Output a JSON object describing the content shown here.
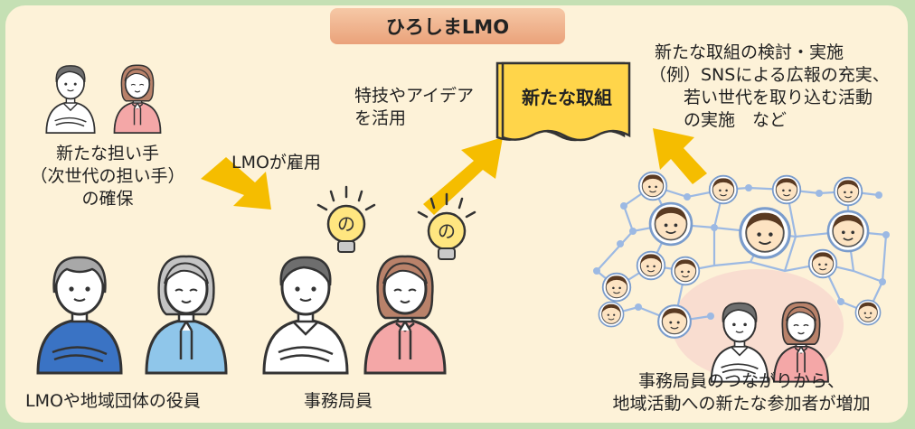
{
  "title": "ひろしまLMO",
  "new_initiative_label": "新たな取組",
  "skills_text": [
    "特技やアイデア",
    "を活用"
  ],
  "new_activity_text": [
    "新たな取組の検討・実施",
    "（例）SNSによる広報の充実、",
    "若い世代を取り込む活動",
    "の実施　など"
  ],
  "new_bearers_text": [
    "新たな担い手",
    "（次世代の担い手）",
    "の確保"
  ],
  "employ_text": "LMOが雇用",
  "officers_label": "LMOや地域団体の役員",
  "staff_label": "事務局員",
  "network_text": [
    "事務局員のつながりから、",
    "地域活動への新たな参加者が増加"
  ],
  "colors": {
    "background": "#c5e0b4",
    "panel": "#fdf2d8",
    "arrow": "#f5bd00",
    "title_box": "#f0b48e",
    "document": "#ffd54a",
    "network_line": "#9cb9e3",
    "skin": "#ffffff",
    "male_shirt": "#ffffff",
    "female_shirt": "#f4a7a7",
    "officer_male_shirt": "#3a73c4",
    "officer_female_shirt": "#8fc6ea"
  }
}
